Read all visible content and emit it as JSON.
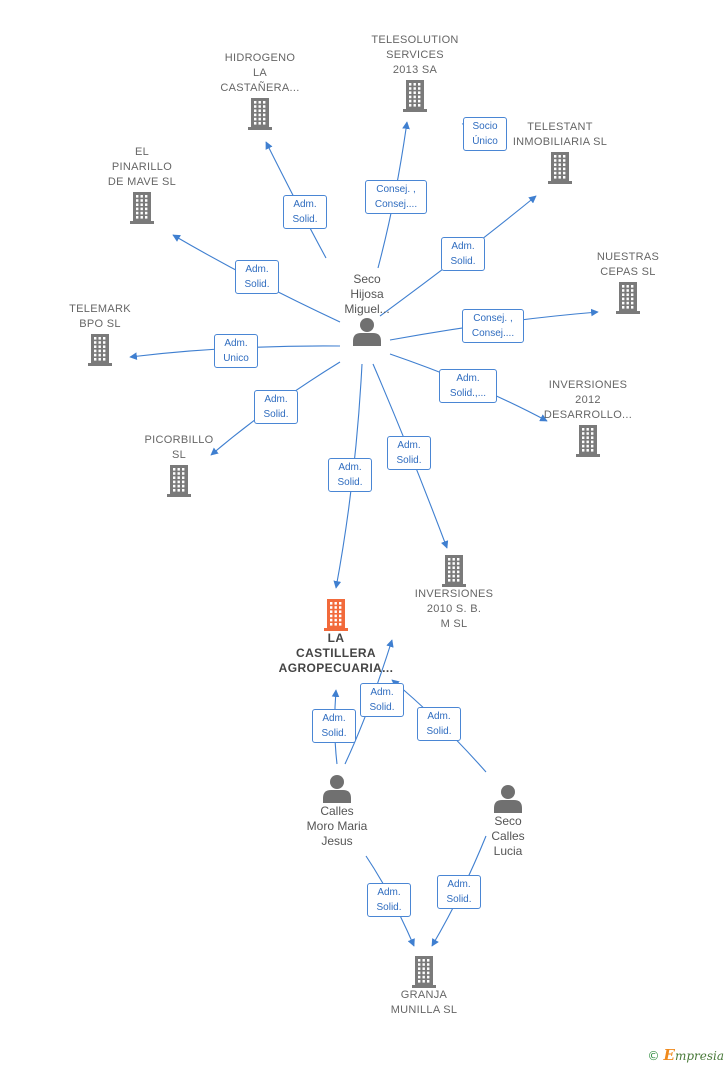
{
  "colors": {
    "edge": "#3f7fd0",
    "company_icon": "#7a7a7a",
    "main_company_icon": "#f26a3b",
    "person_icon": "#707070"
  },
  "nodes": {
    "hidrogeno": {
      "label": "HIDROGENO\nLA\nCASTAÑERA...",
      "icon": "building-icon"
    },
    "telesolution": {
      "label": "TELESOLUTION\nSERVICES\n2013 SA",
      "icon": "building-icon"
    },
    "telestant": {
      "label": "TELESTANT\nINMOBILIARIA SL",
      "icon": "building-icon"
    },
    "pinarillo": {
      "label": "EL\nPINARILLO\nDE MAVE SL",
      "icon": "building-icon"
    },
    "nuestras": {
      "label": "NUESTRAS\nCEPAS SL",
      "icon": "building-icon"
    },
    "telemark": {
      "label": "TELEMARK\nBPO SL",
      "icon": "building-icon"
    },
    "inv2012": {
      "label": "INVERSIONES\n2012\nDESARROLLO...",
      "icon": "building-icon"
    },
    "picorbillo": {
      "label": "PICORBILLO\nSL",
      "icon": "building-icon"
    },
    "inv2010": {
      "label": "INVERSIONES\n2010 S.  B.\nM SL",
      "icon": "building-icon"
    },
    "castillera": {
      "label": "LA\nCASTILLERA\nAGROPECUARIA...",
      "icon": "building-icon"
    },
    "granja": {
      "label": "GRANJA\nMUNILLA  SL",
      "icon": "building-icon"
    },
    "seco_miguel": {
      "label": "Seco\nHijosa\nMiguel...",
      "icon": "person-icon"
    },
    "calles_moro": {
      "label": "Calles\nMoro Maria\nJesus",
      "icon": "person-icon"
    },
    "seco_lucia": {
      "label": "Seco\nCalles\nLucia",
      "icon": "person-icon"
    }
  },
  "relations": {
    "hidrogeno": "Adm.\nSolid.",
    "telesolution": "Consej. ,\nConsej....",
    "telestant_socio": "Socio\nÚnico",
    "telestant": "Adm.\nSolid.",
    "pinarillo": "Adm.\nSolid.",
    "nuestras": "Consej. ,\nConsej....",
    "telemark": "Adm.\nUnico",
    "inv2012": "Adm.\nSolid.,...",
    "picorbillo": "Adm.\nSolid.",
    "castillera": "Adm.\nSolid.",
    "inv2010": "Adm.\nSolid.",
    "moro_castillera": "Adm.\nSolid.",
    "moro_inv2010": "Adm.\nSolid.",
    "lucia_inv2010": "Adm.\nSolid.",
    "moro_granja": "Adm.\nSolid.",
    "lucia_granja": "Adm.\nSolid."
  },
  "footer": {
    "copyright": "©",
    "brand_initial": "E",
    "brand_rest": "mpresia"
  }
}
